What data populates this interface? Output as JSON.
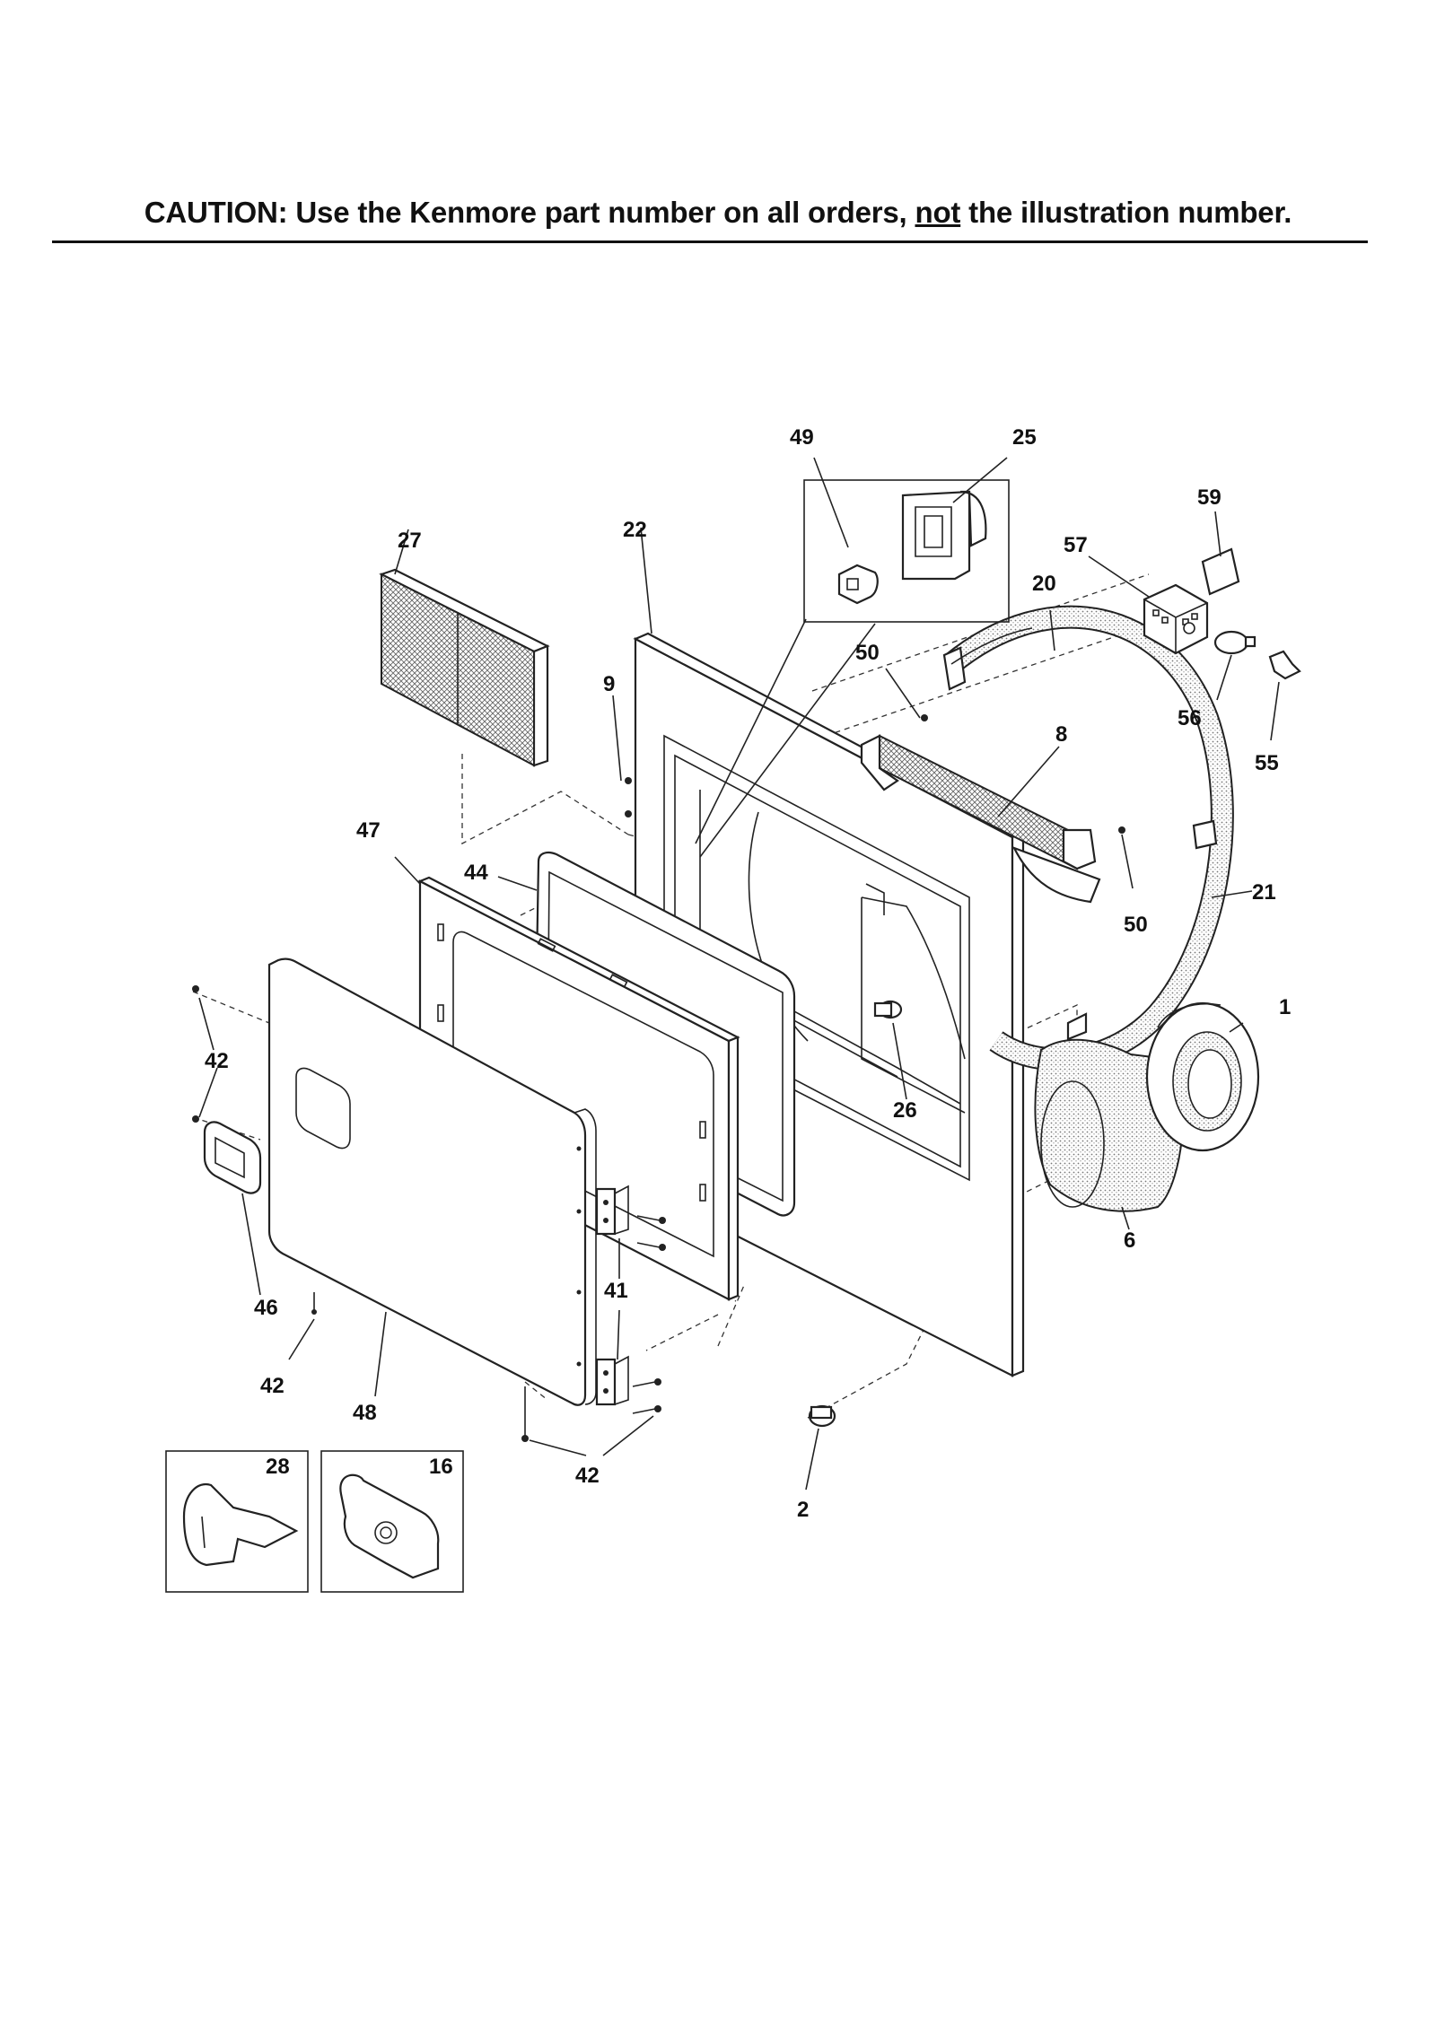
{
  "caption": {
    "before": "CAUTION: Use the Kenmore part number on all orders, ",
    "underlined": "not",
    "after": " the illustration number."
  },
  "callouts": {
    "p1": "1",
    "p2": "2",
    "p6": "6",
    "p8": "8",
    "p9": "9",
    "p16": "16",
    "p20": "20",
    "p21": "21",
    "p22": "22",
    "p25": "25",
    "p26": "26",
    "p27": "27",
    "p28": "28",
    "p41": "41",
    "p42a": "42",
    "p42b": "42",
    "p42c": "42",
    "p44": "44",
    "p46": "46",
    "p47": "47",
    "p48": "48",
    "p49": "49",
    "p50a": "50",
    "p50b": "50",
    "p55": "55",
    "p56": "56",
    "p57": "57",
    "p59": "59"
  }
}
